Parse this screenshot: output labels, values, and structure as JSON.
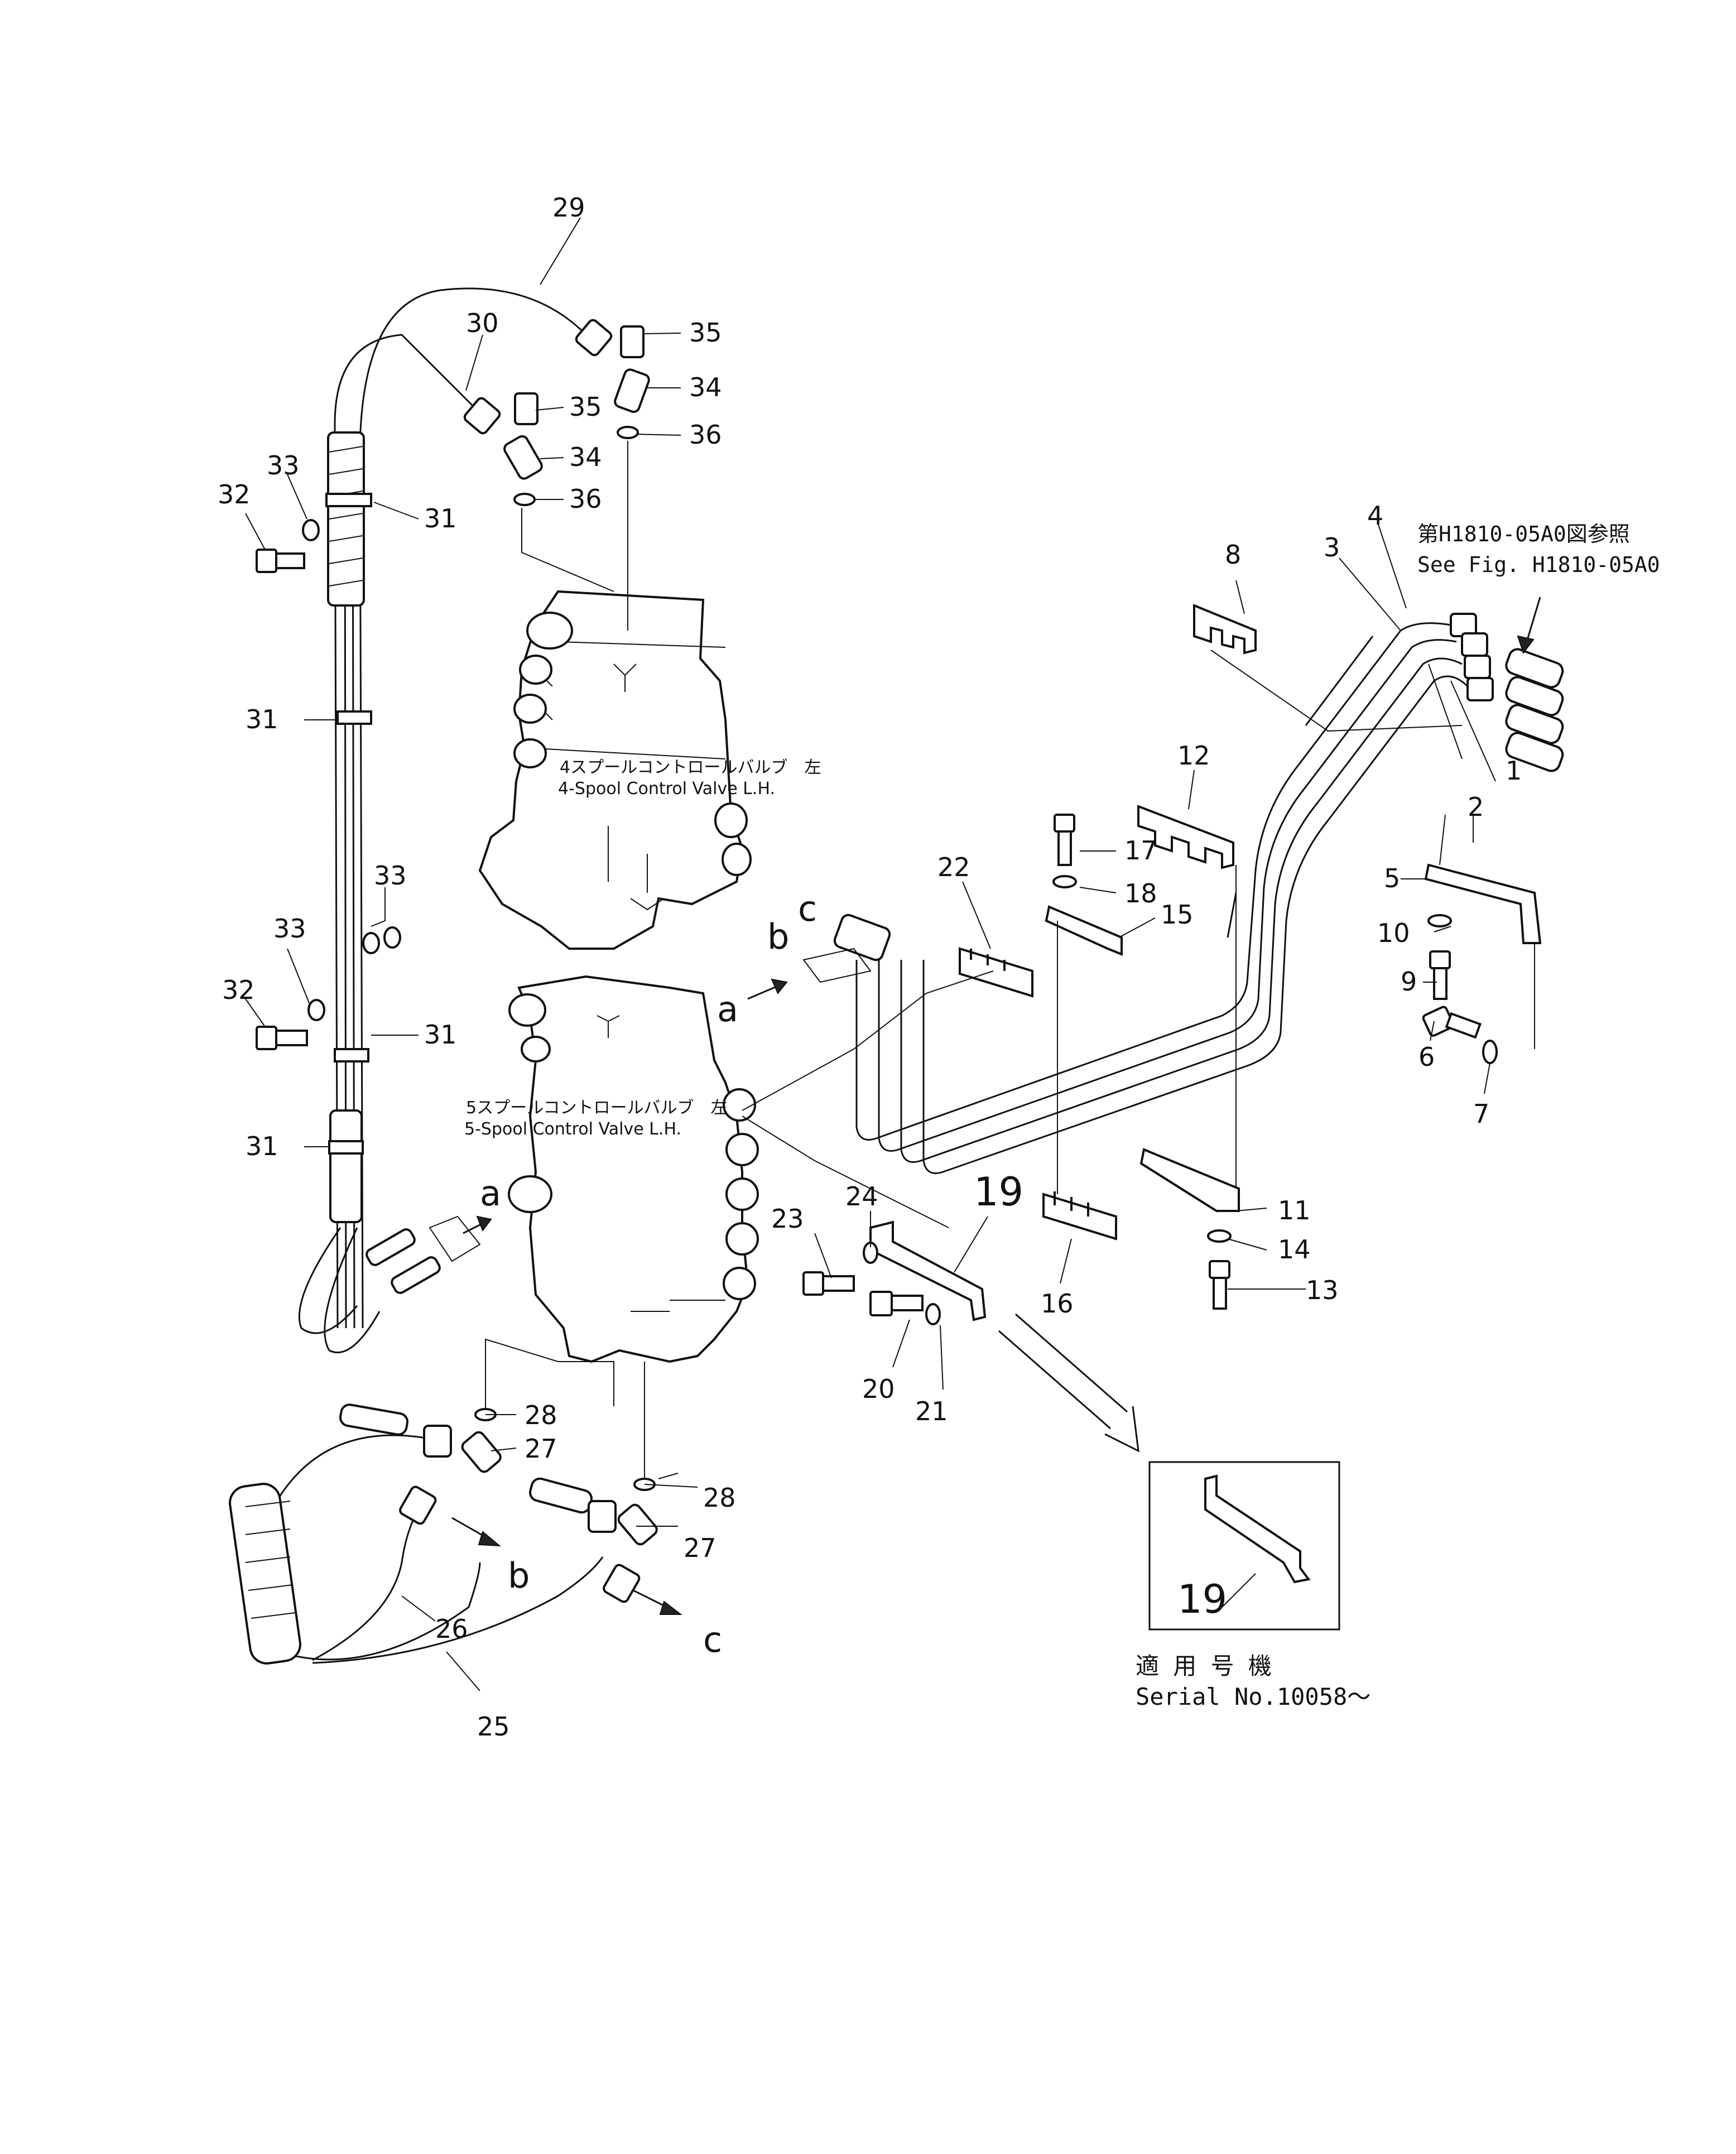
{
  "parts": [
    {
      "id": "p1",
      "label": "1"
    },
    {
      "id": "p2",
      "label": "2"
    },
    {
      "id": "p3",
      "label": "3"
    },
    {
      "id": "p4",
      "label": "4"
    },
    {
      "id": "p5",
      "label": "5"
    },
    {
      "id": "p6",
      "label": "6"
    },
    {
      "id": "p7",
      "label": "7"
    },
    {
      "id": "p8",
      "label": "8"
    },
    {
      "id": "p9",
      "label": "9"
    },
    {
      "id": "p10",
      "label": "10"
    },
    {
      "id": "p11",
      "label": "11"
    },
    {
      "id": "p12",
      "label": "12"
    },
    {
      "id": "p13",
      "label": "13"
    },
    {
      "id": "p14",
      "label": "14"
    },
    {
      "id": "p15",
      "label": "15"
    },
    {
      "id": "p16",
      "label": "16"
    },
    {
      "id": "p17",
      "label": "17"
    },
    {
      "id": "p18",
      "label": "18"
    },
    {
      "id": "p19",
      "label": "19"
    },
    {
      "id": "p20",
      "label": "20"
    },
    {
      "id": "p21",
      "label": "21"
    },
    {
      "id": "p22",
      "label": "22"
    },
    {
      "id": "p23",
      "label": "23"
    },
    {
      "id": "p24",
      "label": "24"
    },
    {
      "id": "p25",
      "label": "25"
    },
    {
      "id": "p26",
      "label": "26"
    },
    {
      "id": "p27",
      "label": "27"
    },
    {
      "id": "p28",
      "label": "28"
    },
    {
      "id": "p29",
      "label": "29"
    },
    {
      "id": "p30",
      "label": "30"
    },
    {
      "id": "p31",
      "label": "31"
    },
    {
      "id": "p32",
      "label": "32"
    },
    {
      "id": "p33",
      "label": "33"
    },
    {
      "id": "p34",
      "label": "34"
    },
    {
      "id": "p35",
      "label": "35"
    },
    {
      "id": "p36",
      "label": "36"
    }
  ],
  "connections": {
    "a": "a",
    "b": "b",
    "c": "c"
  },
  "valves": {
    "four_spool_jp": "4スプールコントロールバルブ　左",
    "four_spool_en": "4-Spool  Control  Valve  L.H.",
    "five_spool_jp": "5スプールコントロールバルブ　左",
    "five_spool_en": "5-Spool  Control  Valve  L.H."
  },
  "reference": {
    "jp": "第H1810-05A0図参照",
    "en": "See Fig. H1810-05A0"
  },
  "inset": {
    "part_label": "19",
    "applicable_jp": "適 用 号 機",
    "serial": "Serial No.10058～"
  }
}
